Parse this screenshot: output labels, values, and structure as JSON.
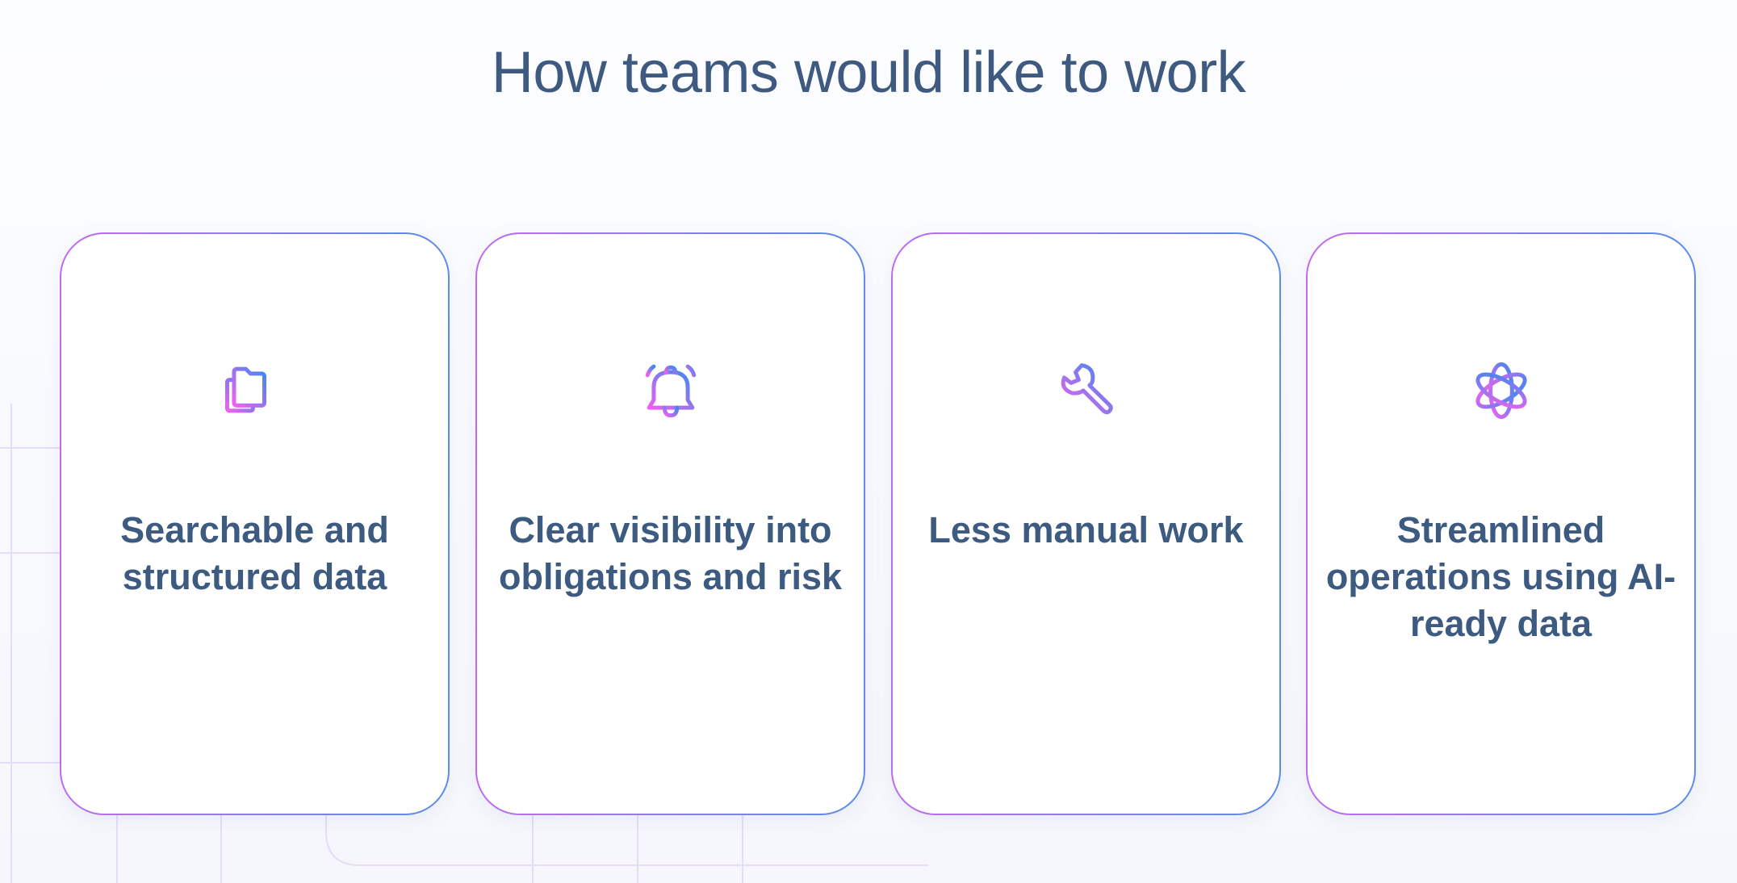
{
  "title": "How teams would like to work",
  "cards": [
    {
      "icon": "folders-icon",
      "label": "Searchable and structured data"
    },
    {
      "icon": "bell-icon",
      "label": "Clear visibility into obligations and risk"
    },
    {
      "icon": "wrench-icon",
      "label": "Less manual work"
    },
    {
      "icon": "atom-icon",
      "label": "Streamlined operations using AI-ready data"
    }
  ],
  "colors": {
    "text": "#3d5a80",
    "gradient_start": "#f060f0",
    "gradient_end": "#3a8af0"
  }
}
